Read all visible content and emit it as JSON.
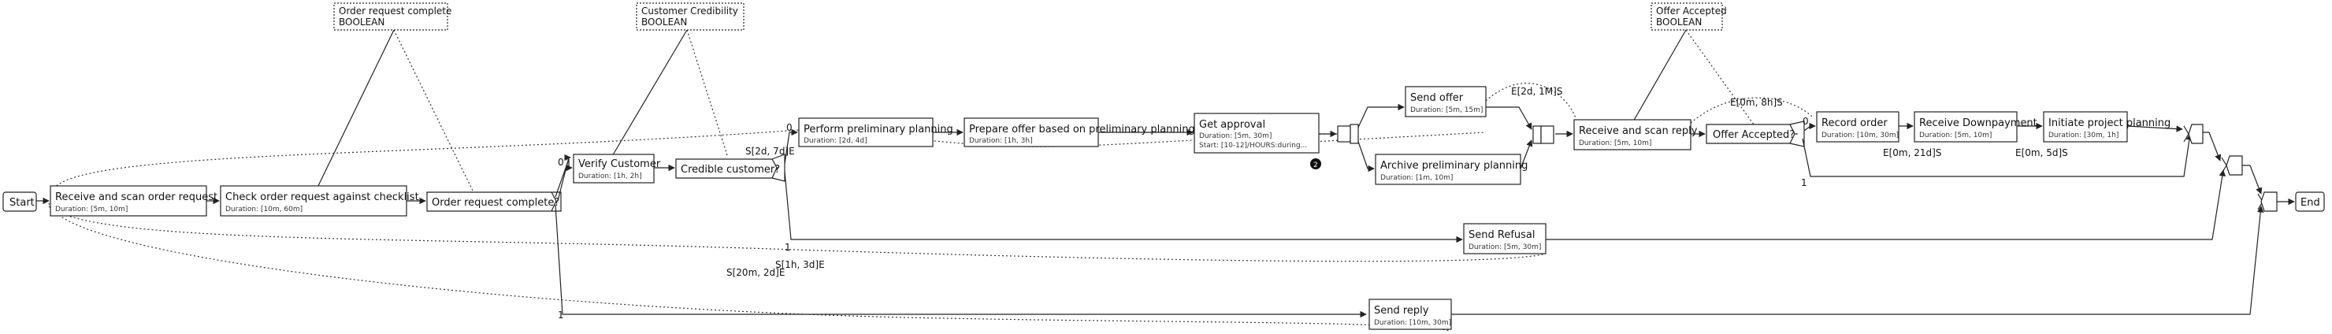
{
  "start": "Start",
  "end": "End",
  "tasks": {
    "receive": {
      "label": "Receive and scan order request",
      "duration": "Duration: [5m, 10m]"
    },
    "check": {
      "label": "Check order request against checklist",
      "duration": "Duration: [10m, 60m]"
    },
    "verify": {
      "label": "Verify Customer",
      "duration": "Duration: [1h, 2h]"
    },
    "perform": {
      "label": "Perform preliminary planning",
      "duration": "Duration: [2d, 4d]"
    },
    "prepare": {
      "label": "Prepare offer based on preliminary planning",
      "duration": "Duration: [1h, 3h]"
    },
    "approval": {
      "label": "Get approval",
      "duration": "Duration: [5m, 30m]",
      "start": "Start: [10-12]/HOURS:during..."
    },
    "sendoffer": {
      "label": "Send offer",
      "duration": "Duration: [5m, 15m]"
    },
    "archive": {
      "label": "Archive preliminary planning",
      "duration": "Duration: [1m, 10m]"
    },
    "reply": {
      "label": "Receive and scan reply",
      "duration": "Duration: [5m, 10m]"
    },
    "record": {
      "label": "Record order",
      "duration": "Duration: [10m, 30m]"
    },
    "downpayment": {
      "label": "Receive Downpayment",
      "duration": "Duration: [5m, 10m]"
    },
    "initiate": {
      "label": "Initiate project planning",
      "duration": "Duration: [30m, 1h]"
    },
    "refusal": {
      "label": "Send Refusal",
      "duration": "Duration: [5m, 30m]"
    },
    "sendreply": {
      "label": "Send reply",
      "duration": "Duration: [10m, 30m]"
    }
  },
  "decisions": {
    "orc": "Order request complete?",
    "credible": "Credible customer?",
    "accepted": "Offer Accepted?"
  },
  "variables": {
    "v1": {
      "name": "Order request complete",
      "type": "BOOLEAN"
    },
    "v2": {
      "name": "Customer Credibility",
      "type": "BOOLEAN"
    },
    "v3": {
      "name": "Offer Accepted",
      "type": "BOOLEAN"
    }
  },
  "badge": "2",
  "edge_labels": {
    "e1": "E[2d, 1M]S",
    "e2": "E[0m, 8h]S",
    "e3": "E[0m, 21d]S",
    "e4": "E[0m, 5d]S",
    "e5": "S[2d, 7d]E",
    "e6": "S[1h, 3d]E",
    "e7": "S[20m, 2d]E",
    "b0a": "0",
    "b0b": "0",
    "b0c": "0",
    "b1a": "1",
    "b1b": "1",
    "b1c": "1"
  }
}
